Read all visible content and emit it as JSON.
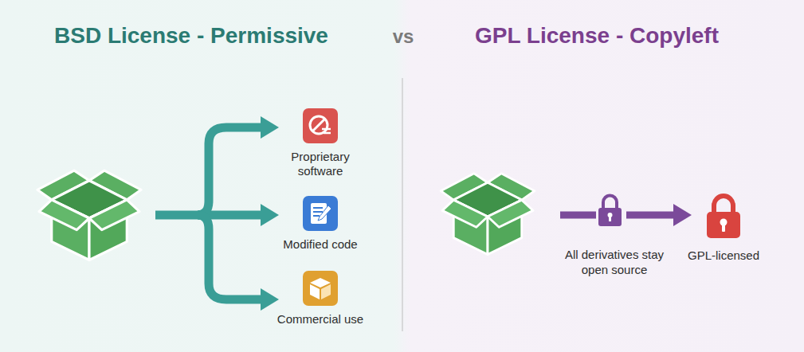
{
  "diagram": {
    "nodes": [
      {
        "text": [
          "Proprietary software"
        ]
      },
      {
        "text": [
          "Modified code"
        ]
      },
      {
        "text": [
          "Commercial use"
        ]
      },
      {
        "text": [
          "GPL-licensed"
        ]
      }
    ],
    "labels": [
      "BSD License - Permissive",
      "vs",
      "GPL License - Copyleft",
      "All derivatives stay open source"
    ]
  }
}
